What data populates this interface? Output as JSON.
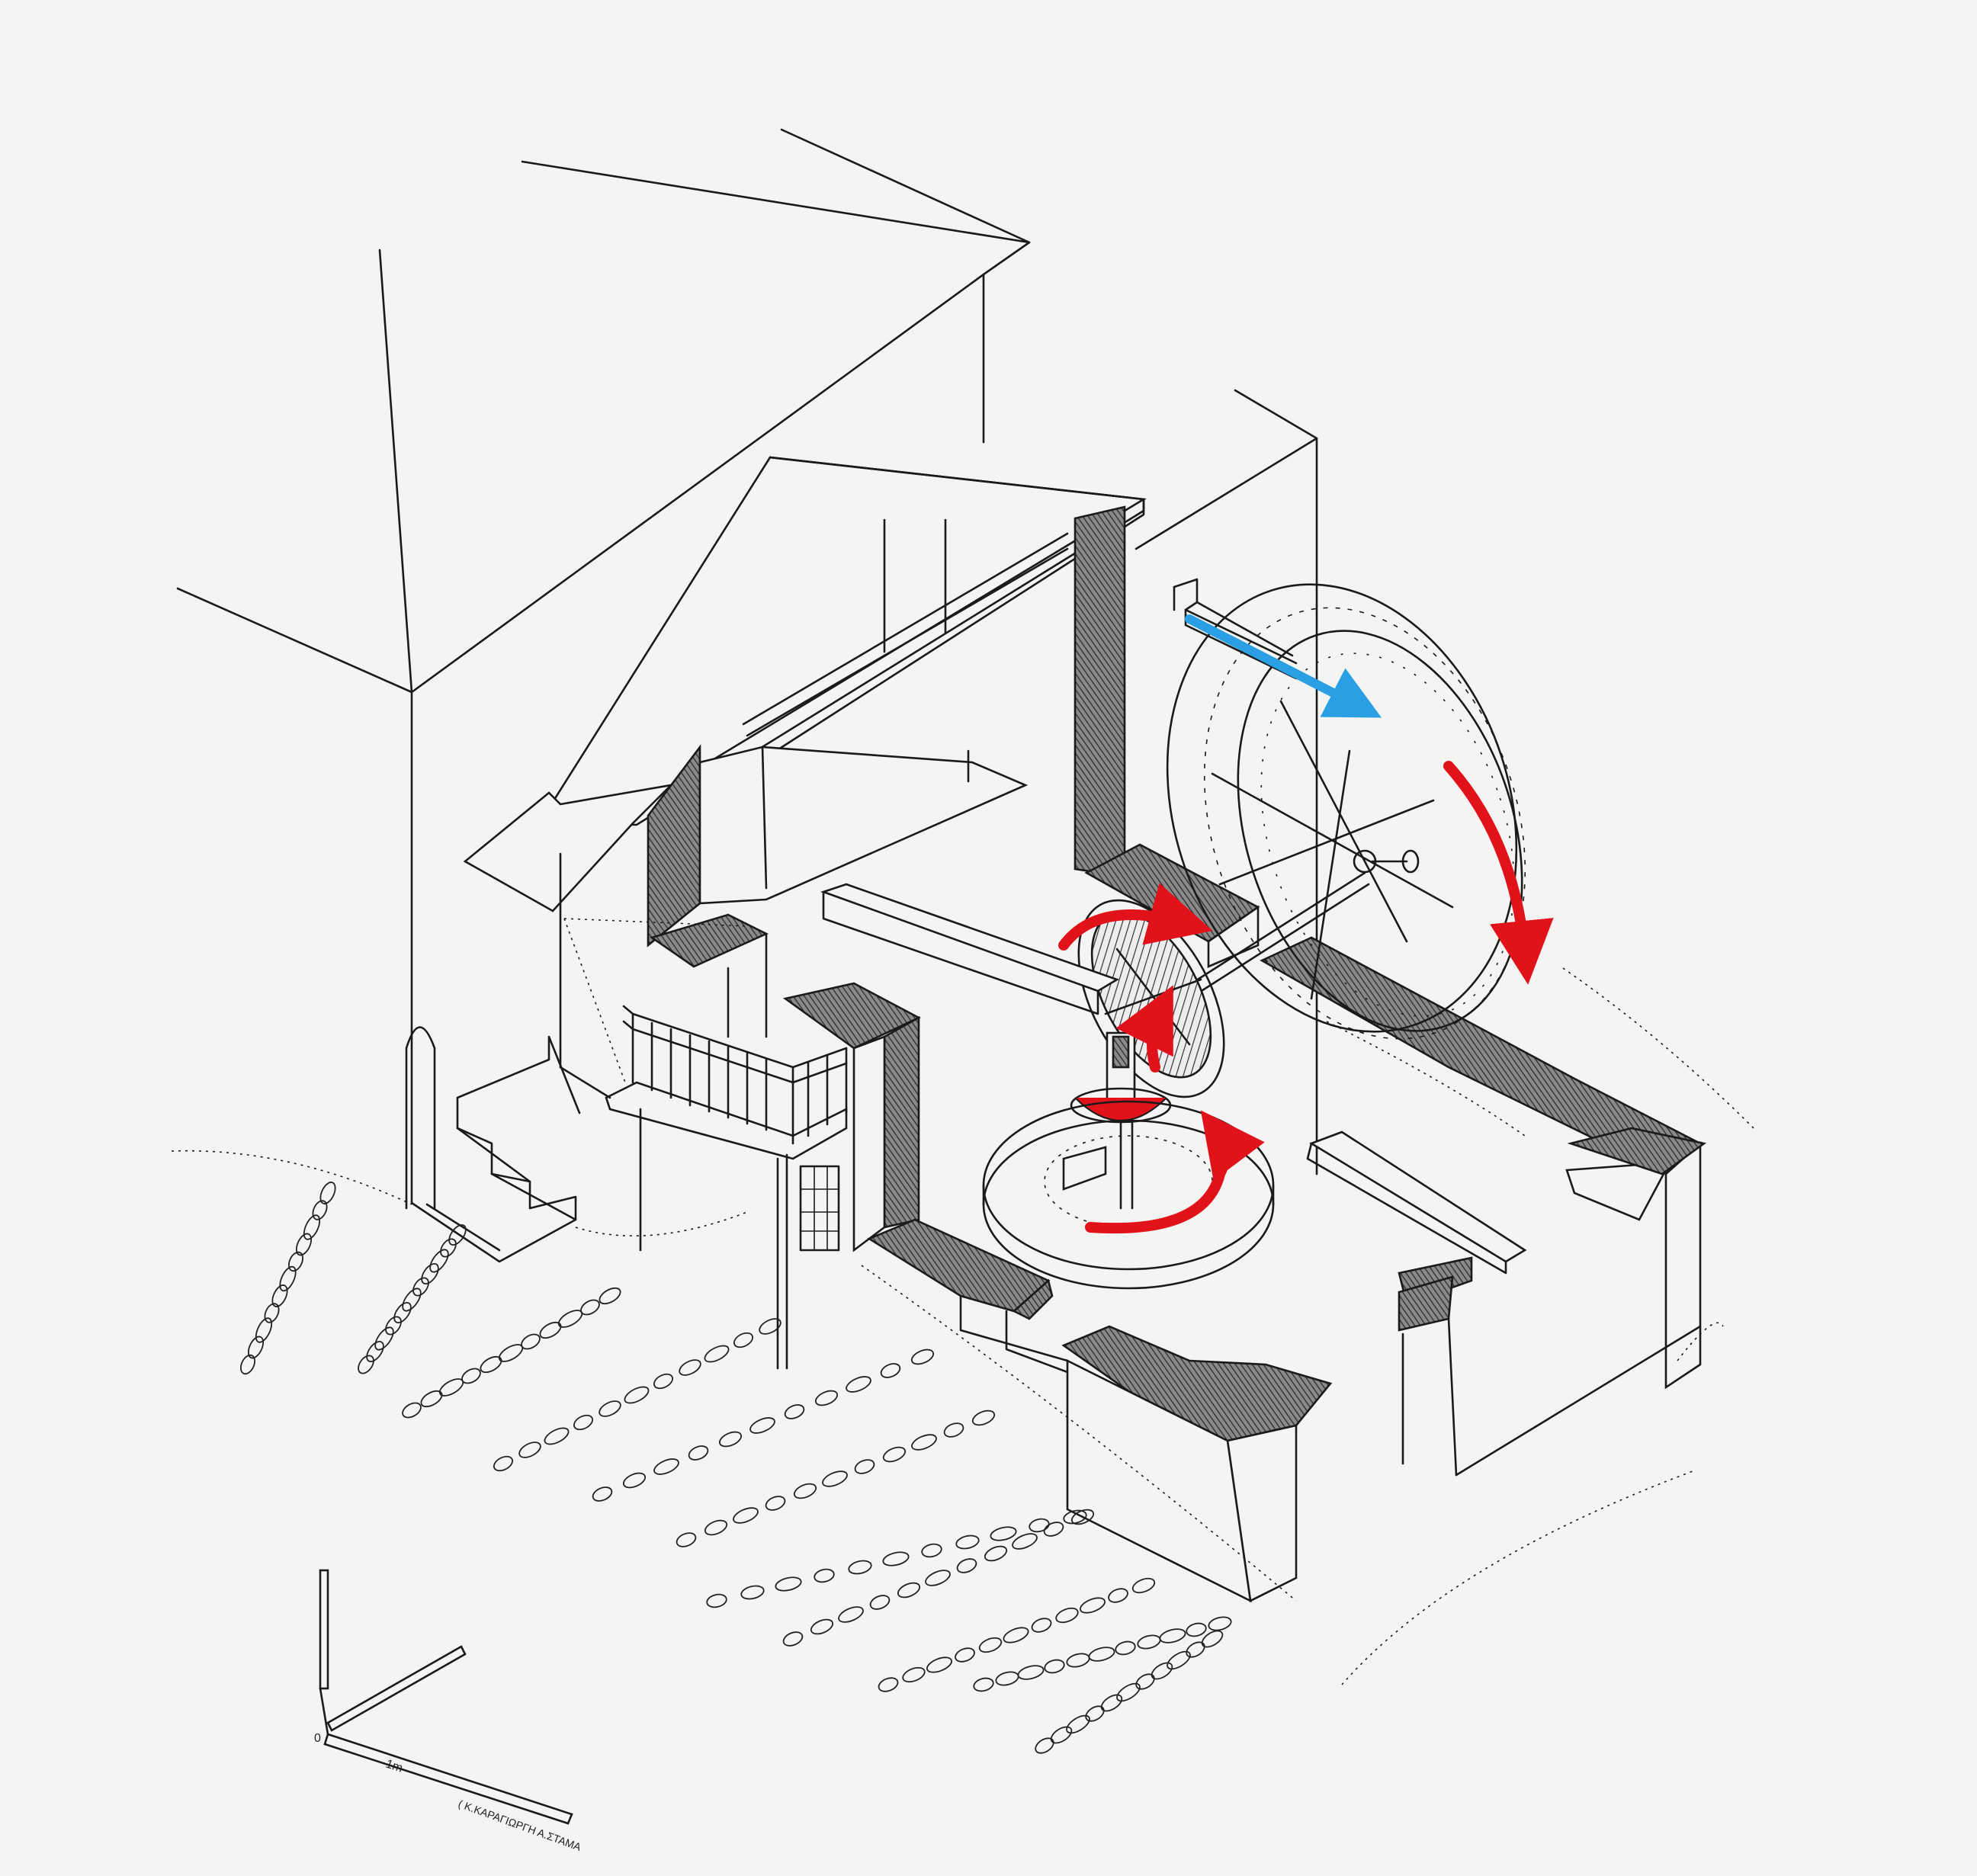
{
  "diagram": {
    "scale_bar": {
      "labels": [
        "0",
        "1m"
      ]
    },
    "credit": "( Κ.ΚΑΡΑΓΙΩΡΓΗ Α.ΣΤΑΜΑ",
    "colors": {
      "motion_arrows": "#e2121a",
      "water_flow_arrow": "#2a9fe4",
      "ink": "#1a1a1a",
      "paper": "#f4f4f2"
    },
    "components": [
      "water-channel",
      "water-wheel",
      "axle",
      "crown-gear",
      "lantern-pinion",
      "millstone-platform",
      "balcony",
      "stairs",
      "cobblestone-paving"
    ]
  }
}
